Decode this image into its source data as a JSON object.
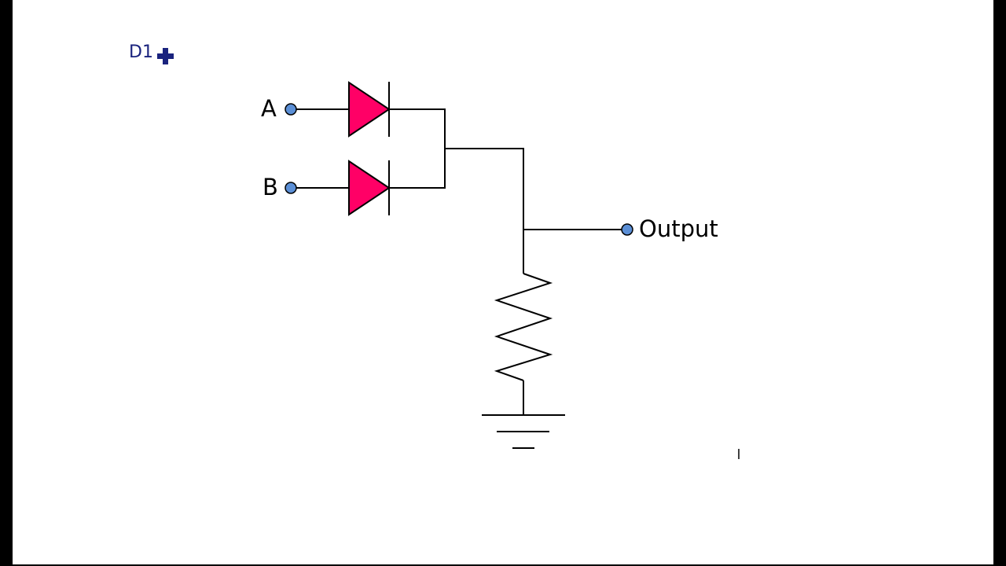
{
  "circuit": {
    "inputs": [
      {
        "id": "A",
        "label": "A"
      },
      {
        "id": "B",
        "label": "B"
      }
    ],
    "output_label": "Output",
    "components": [
      "diode",
      "diode",
      "resistor",
      "ground"
    ]
  },
  "annotation": {
    "handwritten_text": "D1"
  },
  "colors": {
    "background": "#ffffff",
    "frame": "#000000",
    "diode_fill": "#ff0066",
    "terminal_fill": "#5b8fd6",
    "wire": "#000000",
    "cursor": "#1a237e"
  },
  "icons": {
    "cursor": "plus-cursor-icon",
    "text_caret": "text-caret-icon"
  }
}
